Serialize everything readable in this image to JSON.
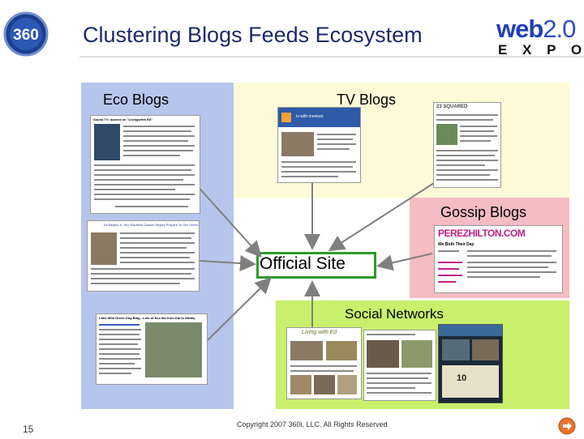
{
  "slide": {
    "title": "Clustering Blogs Feeds Ecosystem",
    "page_number": "15",
    "copyright": "Copyright 2007 360i, LLC. All Rights Reserved"
  },
  "logo": {
    "left_text": "360",
    "web20_main": "web",
    "web20_version": "2.0",
    "expo_text": "E X P O"
  },
  "sections": {
    "eco_blogs": "Eco Blogs",
    "tv_blogs": "TV Blogs",
    "gossip_blogs": "Gossip Blogs",
    "official_site": "Official Site",
    "social_networks": "Social Networks"
  },
  "thumbnails": {
    "eco1_heading": "Sound TV: aooess on \"Livingwrith Ed\"",
    "eco2_heading": "Ed Begley Jr. And Rachelle Carson Begley Prepare To Get Green",
    "eco3_heading": "Little Wild Green Dog Blog - Lots of Eco Mo from Kai to Nibbly",
    "tv1_brand": "tv with meebee",
    "tv2_brand": "23 SQUARED",
    "gossip_brand": "PEREZHILTON.COM",
    "gossip_subhead": "We Both Their Day",
    "social_brand": "Living with Ed",
    "social_counter": "10"
  },
  "colors": {
    "eco_panel": "#b6c5ec",
    "tv_panel": "#fdfbd7",
    "gossip_panel": "#f5bcc2",
    "social_panel": "#c8f06c",
    "official_border": "#2d9b2d",
    "title_color": "#1c2a6a",
    "web20_blue": "#1f3fb7"
  },
  "icons": {
    "next": "arrow-right-circle-icon"
  }
}
